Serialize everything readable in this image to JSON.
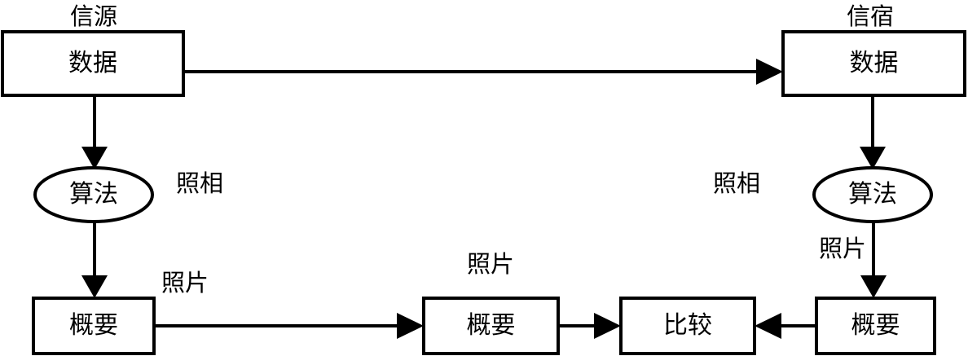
{
  "diagram": {
    "title": "",
    "colors": {
      "stroke": "#000000",
      "fill": "#ffffff",
      "text": "#000000",
      "background": "#ffffff"
    },
    "captions": [
      {
        "id": "source-caption",
        "text": "信源"
      },
      {
        "id": "sink-caption",
        "text": "信宿"
      }
    ],
    "nodes": [
      {
        "id": "source-data",
        "text": "数据",
        "shape": "rect"
      },
      {
        "id": "sink-data",
        "text": "数据",
        "shape": "rect"
      },
      {
        "id": "source-algorithm",
        "text": "算法",
        "shape": "ellipse"
      },
      {
        "id": "sink-algorithm",
        "text": "算法",
        "shape": "ellipse"
      },
      {
        "id": "source-digest",
        "text": "概要",
        "shape": "rect"
      },
      {
        "id": "middle-digest",
        "text": "概要",
        "shape": "rect"
      },
      {
        "id": "compare",
        "text": "比较",
        "shape": "rect"
      },
      {
        "id": "sink-digest",
        "text": "概要",
        "shape": "rect"
      }
    ],
    "edges": [
      {
        "id": "edge-source-data-to-sink-data",
        "from": "source-data",
        "to": "sink-data",
        "label": ""
      },
      {
        "id": "edge-source-data-to-source-algorithm",
        "from": "source-data",
        "to": "source-algorithm",
        "label": "照相"
      },
      {
        "id": "edge-source-algorithm-to-source-digest",
        "from": "source-algorithm",
        "to": "source-digest",
        "label": "照片"
      },
      {
        "id": "edge-sink-data-to-sink-algorithm",
        "from": "sink-data",
        "to": "sink-algorithm",
        "label": "照相"
      },
      {
        "id": "edge-sink-algorithm-to-sink-digest",
        "from": "sink-algorithm",
        "to": "sink-digest",
        "label": "照片"
      },
      {
        "id": "edge-source-digest-to-middle-digest",
        "from": "source-digest",
        "to": "middle-digest",
        "label": "照片"
      },
      {
        "id": "edge-middle-digest-to-compare",
        "from": "middle-digest",
        "to": "compare",
        "label": ""
      },
      {
        "id": "edge-sink-digest-to-compare",
        "from": "sink-digest",
        "to": "compare",
        "label": ""
      }
    ],
    "edge_labels": [
      {
        "id": "label-source-photograph",
        "text": "照相"
      },
      {
        "id": "label-sink-photograph",
        "text": "照相"
      },
      {
        "id": "label-source-photo",
        "text": "照片"
      },
      {
        "id": "label-middle-photo",
        "text": "照片"
      },
      {
        "id": "label-sink-photo",
        "text": "照片"
      }
    ]
  }
}
